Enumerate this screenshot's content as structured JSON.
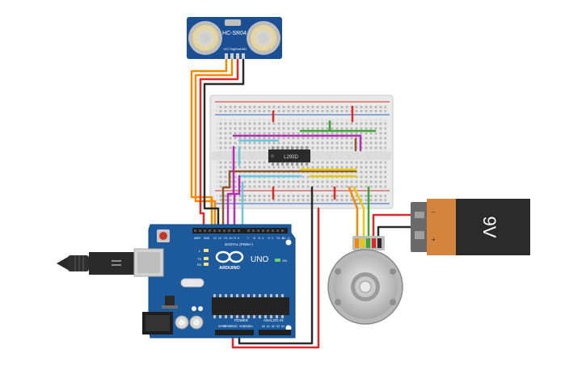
{
  "sensor": {
    "model": "HC-SR04",
    "pins": [
      "VCC",
      "Trig",
      "Echo",
      "GND"
    ]
  },
  "driver_ic": {
    "label": "L293D"
  },
  "arduino": {
    "brand": "ARDUINO",
    "model": "UNO",
    "digital_header": "DIGITAL (PWM~)",
    "power_header": "POWER",
    "analog_header": "ANALOG IN",
    "on_label": "ON",
    "tx_label": "TX",
    "rx_label": "RX",
    "l_label": "L",
    "aref": "AREF",
    "gnd": "GND",
    "digital_pins": [
      "13",
      "12",
      "~11",
      "~10",
      "~9",
      "8",
      "7",
      "~6",
      "~5",
      "4",
      "~3",
      "2",
      "TX→1",
      "RX←0"
    ],
    "power_pins": [
      "IOREF",
      "RESET",
      "3.3V",
      "5V",
      "GND",
      "GND",
      "Vin"
    ],
    "analog_pins": [
      "A0",
      "A1",
      "A2",
      "A3",
      "A4",
      "A5"
    ]
  },
  "battery": {
    "label": "9V",
    "minus": "−",
    "plus": "+"
  },
  "colors": {
    "board_blue": "#1d5a9c",
    "sensor_blue": "#1b4f93",
    "wire_orange": "#f08a00",
    "wire_red": "#e02828",
    "wire_black": "#2a2a2a",
    "wire_purple": "#b32fb3",
    "wire_cyan": "#6cc6dd",
    "wire_green": "#3fa535",
    "wire_yellow": "#e8c800",
    "wire_brown": "#8b5a2b",
    "battery_copper": "#d4843c"
  }
}
